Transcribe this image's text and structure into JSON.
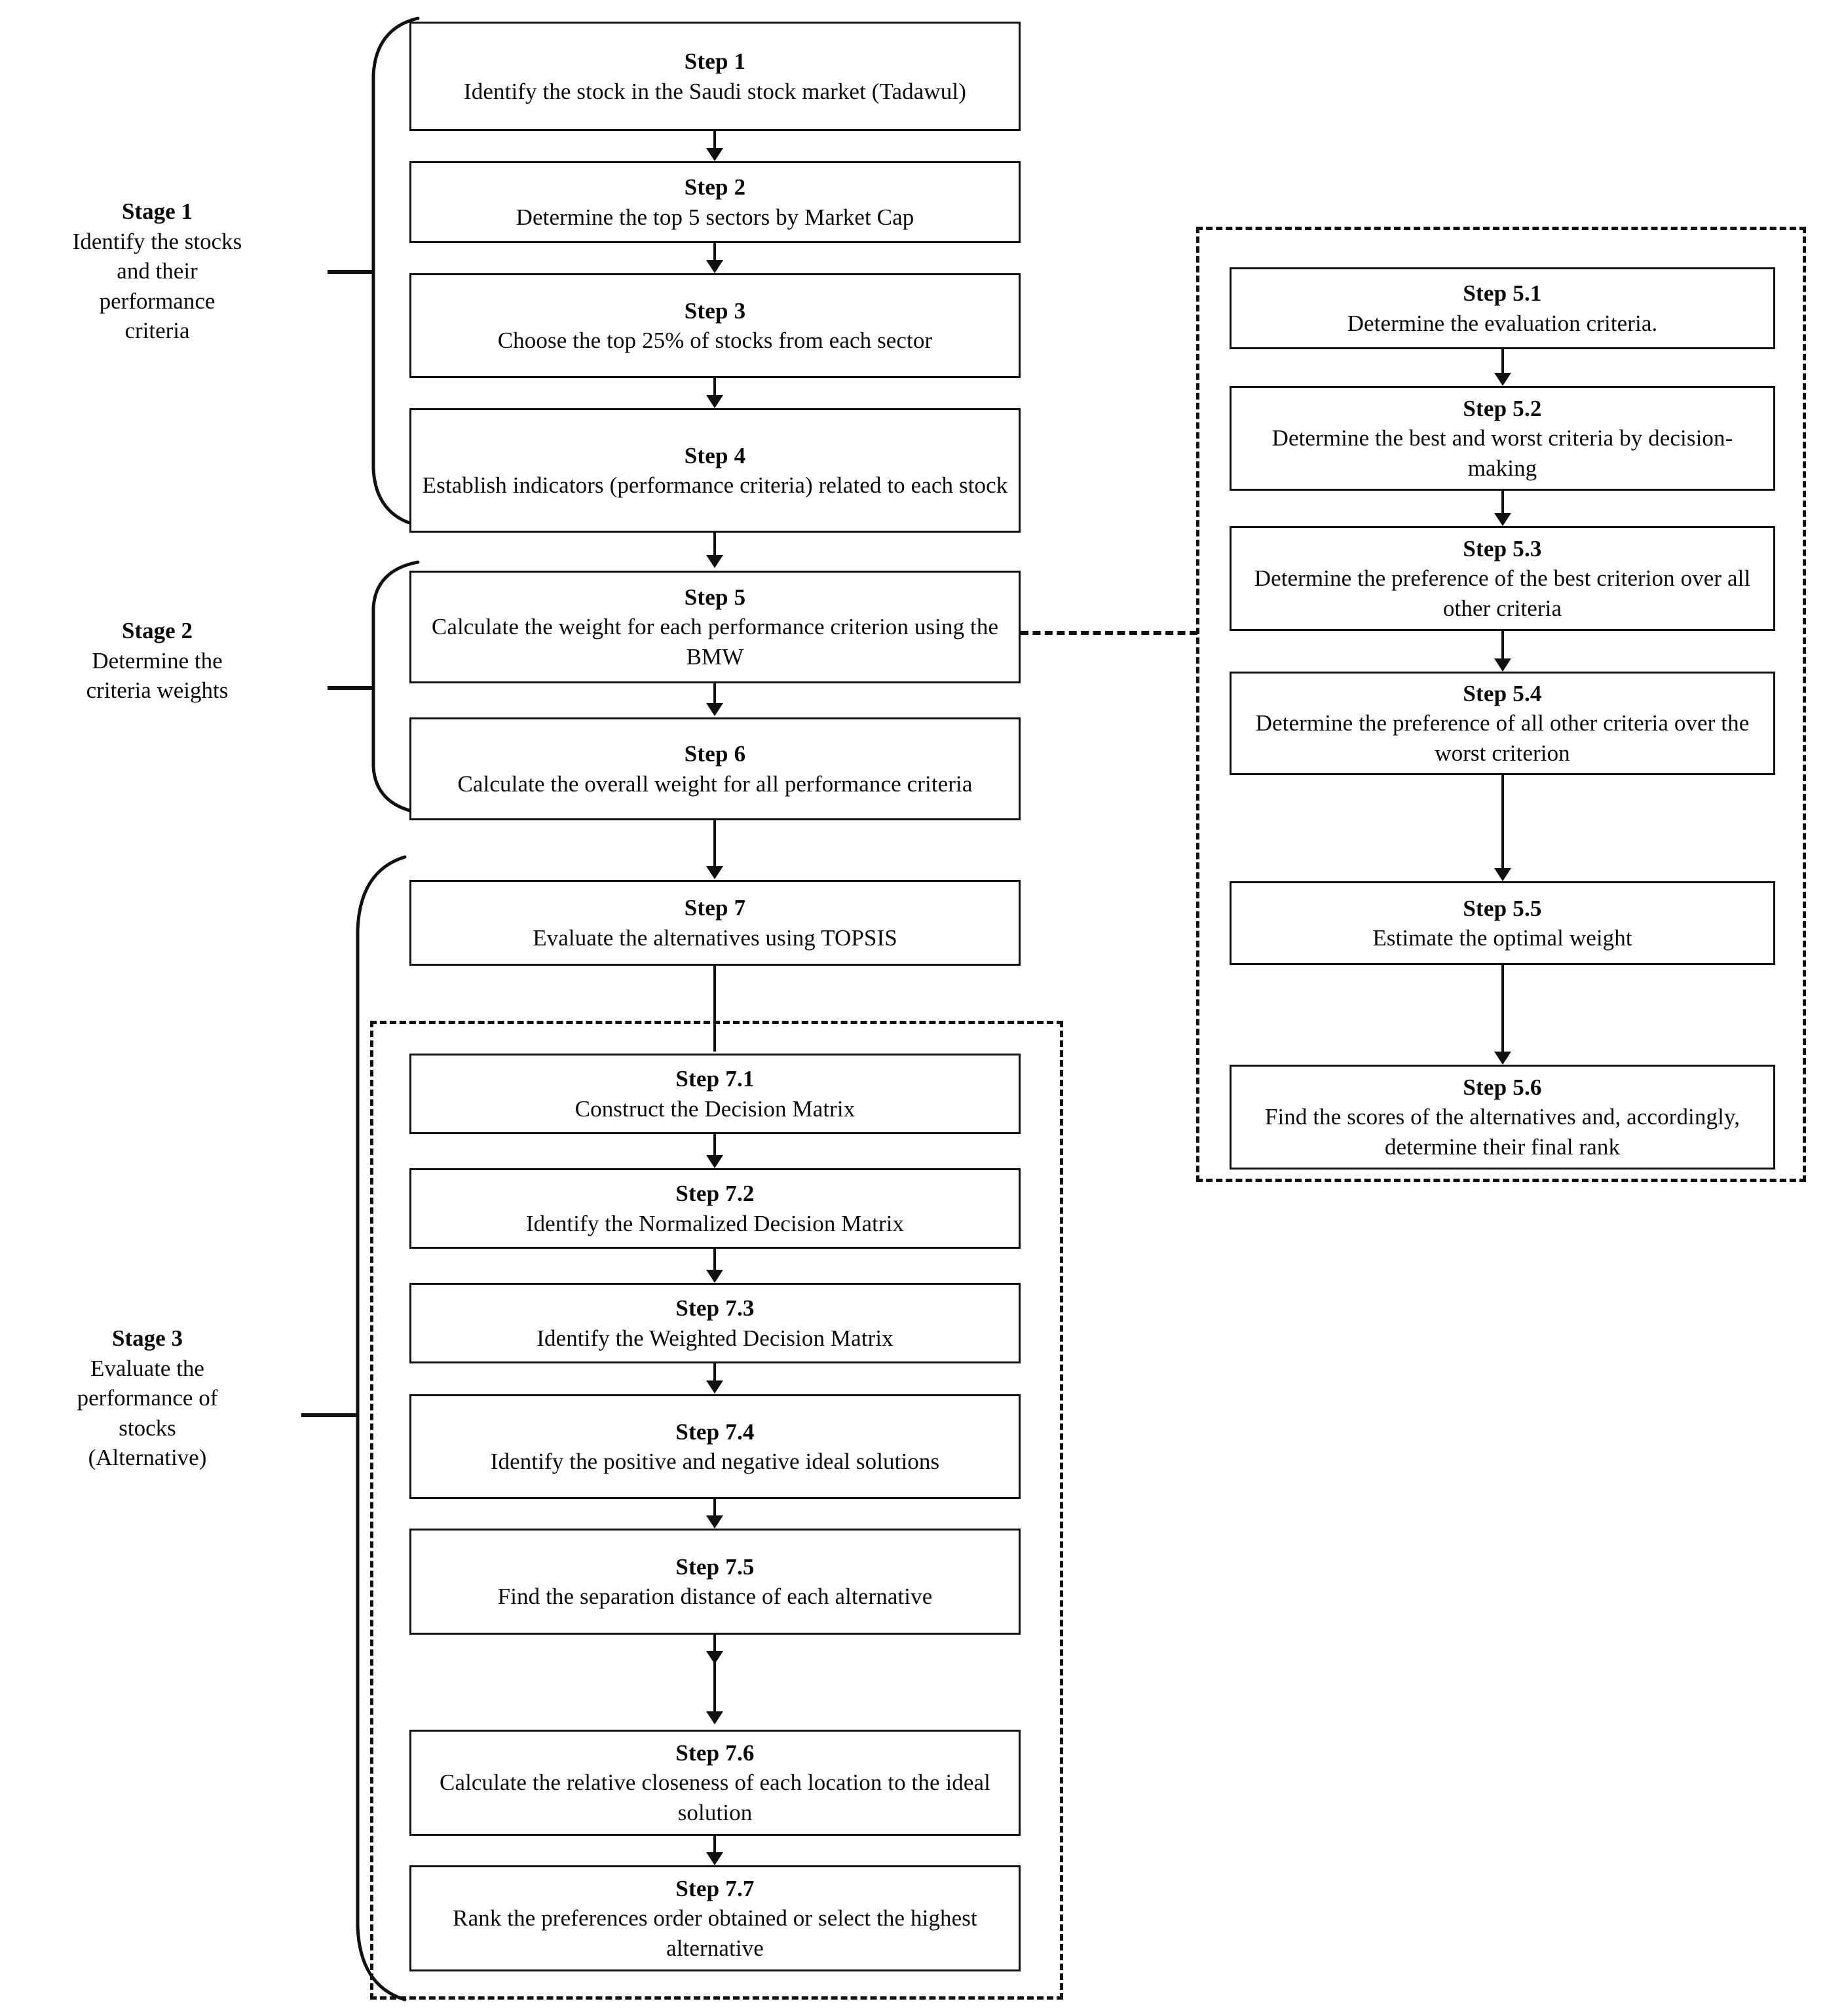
{
  "stages": [
    {
      "id": "stage-1",
      "title": "Stage 1",
      "description": "Identify the stocks and their performance criteria",
      "lines": [
        "Identify the stocks",
        "and their",
        "performance",
        "criteria"
      ]
    },
    {
      "id": "stage-2",
      "title": "Stage 2",
      "description": "Determine the criteria weights",
      "lines": [
        "Determine the",
        "criteria weights"
      ]
    },
    {
      "id": "stage-3",
      "title": "Stage 3",
      "description": "Evaluate the performance of stocks (Alternative)",
      "lines": [
        "Evaluate the",
        "performance of",
        "stocks",
        "(Alternative)"
      ]
    }
  ],
  "main_steps": [
    {
      "id": "step-1",
      "title": "Step 1",
      "text": "Identify the stock in the Saudi stock market (Tadawul)"
    },
    {
      "id": "step-2",
      "title": "Step 2",
      "text": "Determine the top 5 sectors by Market Cap"
    },
    {
      "id": "step-3",
      "title": "Step 3",
      "text": "Choose the top 25% of stocks from each sector"
    },
    {
      "id": "step-4",
      "title": "Step 4",
      "text": "Establish indicators (performance criteria) related to each stock"
    },
    {
      "id": "step-5",
      "title": "Step 5",
      "text": "Calculate the weight for each performance criterion using the BMW"
    },
    {
      "id": "step-6",
      "title": "Step 6",
      "text": "Calculate the overall weight for all performance criteria"
    },
    {
      "id": "step-7",
      "title": "Step 7",
      "text": "Evaluate the alternatives using TOPSIS"
    }
  ],
  "bwm_substeps": [
    {
      "id": "step-5-1",
      "title": "Step 5.1",
      "text": "Determine the evaluation criteria."
    },
    {
      "id": "step-5-2",
      "title": "Step 5.2",
      "text": "Determine the best and worst criteria by decision-making"
    },
    {
      "id": "step-5-3",
      "title": "Step 5.3",
      "text": "Determine the preference of the best criterion over all other criteria"
    },
    {
      "id": "step-5-4",
      "title": "Step 5.4",
      "text": "Determine the preference of all other criteria over the worst criterion"
    },
    {
      "id": "step-5-5",
      "title": "Step 5.5",
      "text": "Estimate the optimal weight"
    },
    {
      "id": "step-5-6",
      "title": "Step 5.6",
      "text": "Find the scores of the alternatives and, accordingly, determine their final rank"
    }
  ],
  "topsis_substeps": [
    {
      "id": "step-7-1",
      "title": "Step 7.1",
      "text": "Construct the Decision Matrix"
    },
    {
      "id": "step-7-2",
      "title": "Step 7.2",
      "text": "Identify the Normalized Decision Matrix"
    },
    {
      "id": "step-7-3",
      "title": "Step 7.3",
      "text": "Identify the Weighted Decision Matrix"
    },
    {
      "id": "step-7-4",
      "title": "Step 7.4",
      "text": "Identify the positive and negative ideal solutions"
    },
    {
      "id": "step-7-5",
      "title": "Step 7.5",
      "text": "Find the separation distance of each alternative"
    },
    {
      "id": "step-7-6",
      "title": "Step 7.6",
      "text": "Calculate the relative closeness of each location to the ideal solution"
    },
    {
      "id": "step-7-7",
      "title": "Step 7.7",
      "text": "Rank the preferences order obtained or select the highest alternative"
    }
  ],
  "colors": {
    "stroke": "#111111",
    "background": "#ffffff",
    "text": "#0a0a0a"
  }
}
